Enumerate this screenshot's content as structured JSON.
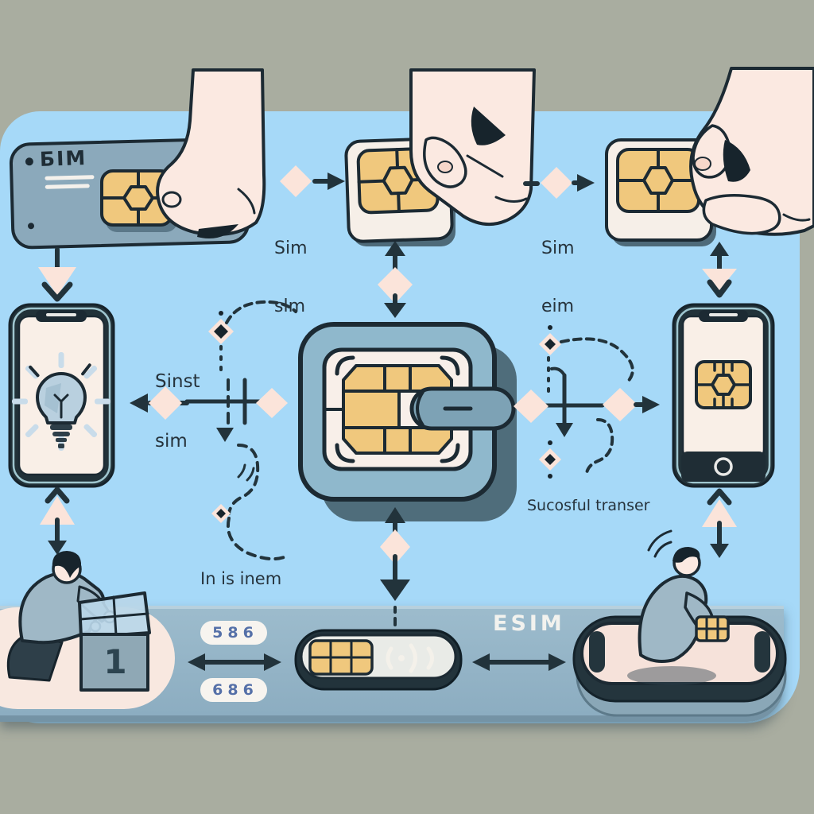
{
  "labels": {
    "card_brand": "БIM",
    "step1_line1": "Sim",
    "step1_line2": "slm",
    "step2_line1": "Sim",
    "step2_line2": "eim",
    "first_sim_line1": "Sinst",
    "first_sim_line2": "sim",
    "transfer_status": "Sucosful transer",
    "bottom_note": "In is inem",
    "code_top": "586",
    "code_bottom": "686",
    "esim": "ESIM",
    "box_number": "1"
  },
  "colors": {
    "background_outer": "#a9ada0",
    "background_canvas": "#a6d9f8",
    "platform_blue_gray": "#92b4c8",
    "card_blue_gray": "#8ba9bb",
    "sim_gold": "#f0c87d",
    "outline_dark": "#1c2a33",
    "accent_pink": "#fbe4da",
    "skin": "#fbe9e1",
    "screen_offwhite": "#f9efe7",
    "digit_blue": "#5570a8"
  }
}
